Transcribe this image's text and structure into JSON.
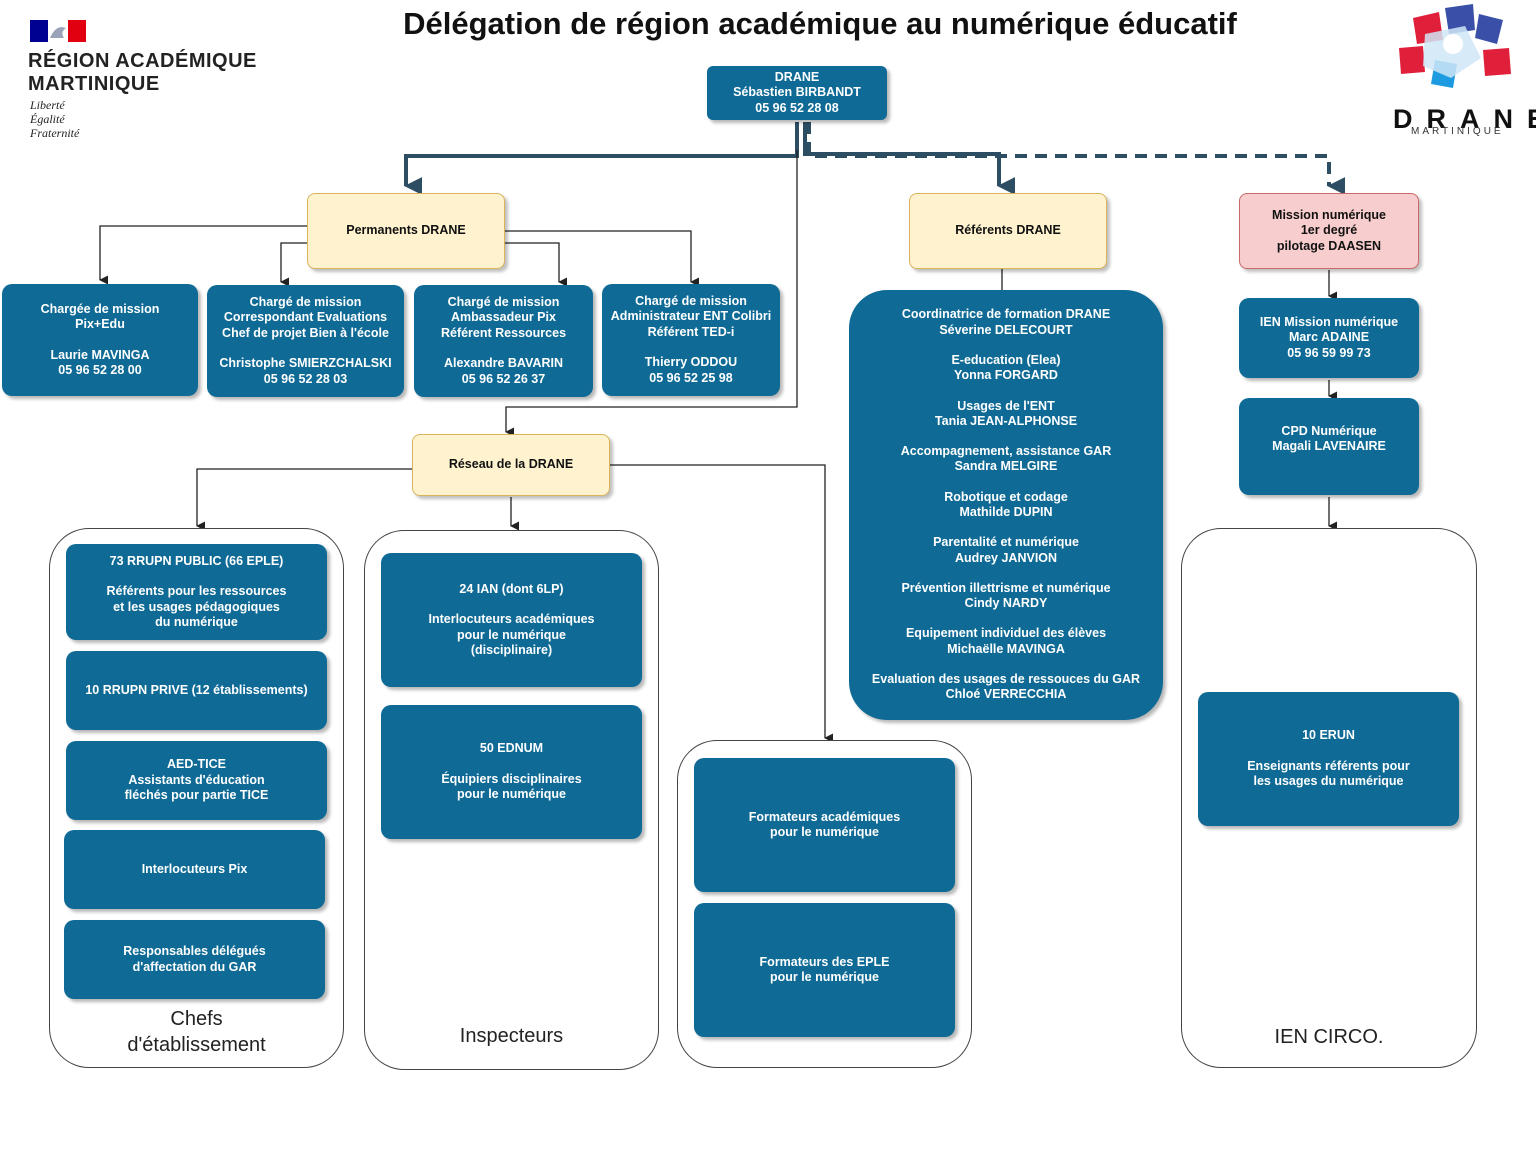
{
  "header": {
    "title": "Délégation de région académique au numérique éducatif",
    "region_line1": "RÉGION ACADÉMIQUE",
    "region_line2": "MARTINIQUE",
    "motto": [
      "Liberté",
      "Égalité",
      "Fraternité"
    ],
    "drane_logo_word": "DRANE",
    "drane_logo_sub": "MARTINIQUE"
  },
  "colors": {
    "box_blue": "#0f6b96",
    "yellow": "#fff3cf",
    "pink": "#f8cdcd",
    "connector": "#2d4d63"
  },
  "nodes": {
    "drane": [
      "DRANE",
      "Sébastien BIRBANDT",
      "05 96 52 28 08"
    ],
    "permanents": [
      "Permanents DRANE"
    ],
    "referents": [
      "Référents DRANE"
    ],
    "mission1d": [
      "Mission numérique",
      "1er degré",
      "pilotage DAASEN"
    ],
    "pix_edu": [
      "Chargée de mission",
      "Pix+Edu",
      "",
      "Laurie MAVINGA",
      "05 96 52 28 00"
    ],
    "smierz": [
      "Chargé de mission",
      "Correspondant Evaluations",
      "Chef de projet Bien à l'école",
      "",
      "Christophe SMIERZCHALSKI",
      "05 96 52 28 03"
    ],
    "bavarin": [
      "Chargé de mission",
      "Ambassadeur Pix",
      "Référent Ressources",
      "",
      "Alexandre BAVARIN",
      "05 96 52 26 37"
    ],
    "oddou": [
      "Chargé de mission",
      "Administrateur ENT Colibri",
      "Référent TED-i",
      "",
      "Thierry ODDOU",
      "05 96 52 25 98"
    ],
    "ref_list": [
      "Coordinatrice de formation DRANE",
      "Séverine DELECOURT",
      "",
      "E-education (Elea)",
      "Yonna FORGARD",
      "",
      "Usages de l'ENT",
      "Tania JEAN-ALPHONSE",
      "",
      "Accompagnement, assistance GAR",
      "Sandra MELGIRE",
      "",
      "Robotique et codage",
      "Mathilde DUPIN",
      "",
      "Parentalité et numérique",
      "Audrey JANVION",
      "",
      "Prévention illettrisme et numérique",
      "Cindy NARDY",
      "",
      "Equipement individuel des élèves",
      "Michaëlle MAVINGA",
      "",
      "Evaluation des usages de ressouces du GAR",
      "Chloé VERRECCHIA"
    ],
    "ien_mission": [
      "IEN Mission numérique",
      "Marc ADAINE",
      "05 96 59 99 73"
    ],
    "cpd": [
      "CPD Numérique",
      "Magali LAVENAIRE"
    ],
    "reseau": [
      "Réseau de la DRANE"
    ],
    "rrupn_public": [
      "73 RRUPN PUBLIC (66 EPLE)",
      "",
      "Référents pour les ressources",
      "et les usages pédagogiques",
      "du numérique"
    ],
    "rrupn_prive": [
      "10 RRUPN PRIVE (12 établissements)"
    ],
    "aed_tice": [
      "AED-TICE",
      "Assistants d'éducation",
      "fléchés pour partie TICE"
    ],
    "pix_contacts": [
      "Interlocuteurs Pix"
    ],
    "gar_delegates": [
      "Responsables délégués",
      "d'affectation du GAR"
    ],
    "ian": [
      "24 IAN (dont 6LP)",
      "",
      "Interlocuteurs académiques",
      "pour le numérique",
      "(disciplinaire)"
    ],
    "ednum": [
      "50 EDNUM",
      "",
      "Équipiers disciplinaires",
      "pour le numérique"
    ],
    "form_acad": [
      "Formateurs académiques",
      "pour le numérique"
    ],
    "form_eple": [
      "Formateurs des EPLE",
      "pour le numérique"
    ],
    "erun": [
      "10 ERUN",
      "",
      "Enseignants référents pour",
      "les usages du numérique"
    ]
  },
  "groups": {
    "chefs": [
      "Chefs",
      "d'établissement"
    ],
    "inspecteurs": [
      "Inspecteurs"
    ],
    "ien_circo": [
      "IEN CIRCO."
    ]
  }
}
